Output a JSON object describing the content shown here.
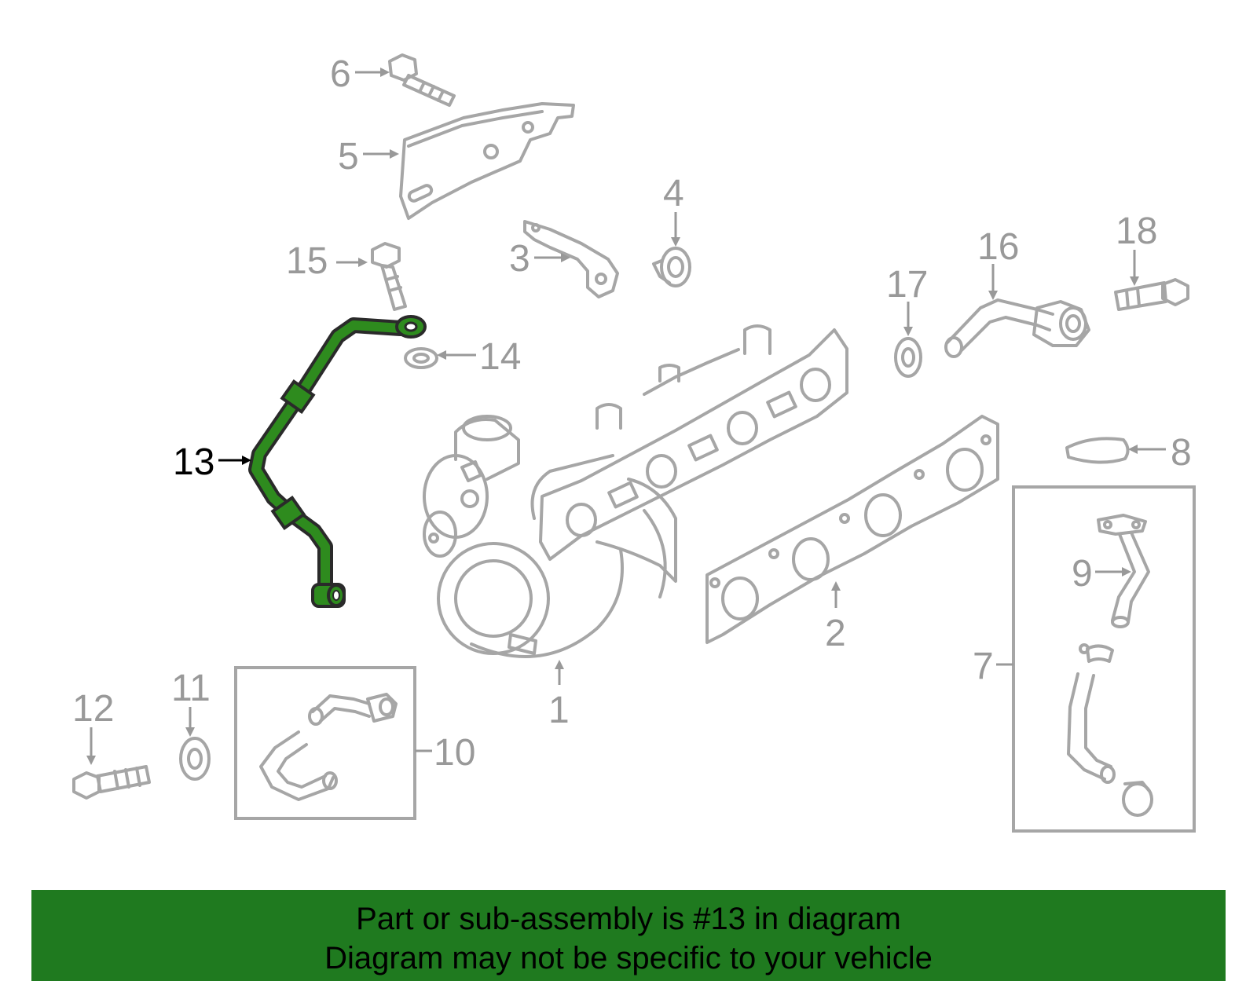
{
  "diagram": {
    "highlight_color": "#2e8b1e",
    "highlighted_part": "13",
    "labels": {
      "l1": "1",
      "l2": "2",
      "l3": "3",
      "l4": "4",
      "l5": "5",
      "l6": "6",
      "l7": "7",
      "l8": "8",
      "l9": "9",
      "l10": "10",
      "l11": "11",
      "l12": "12",
      "l13": "13",
      "l14": "14",
      "l15": "15",
      "l16": "16",
      "l17": "17",
      "l18": "18"
    }
  },
  "banner": {
    "line1": "Part or sub-assembly is #13 in diagram",
    "line2": "Diagram may not be specific to your vehicle",
    "background": "#1f7a1f"
  }
}
